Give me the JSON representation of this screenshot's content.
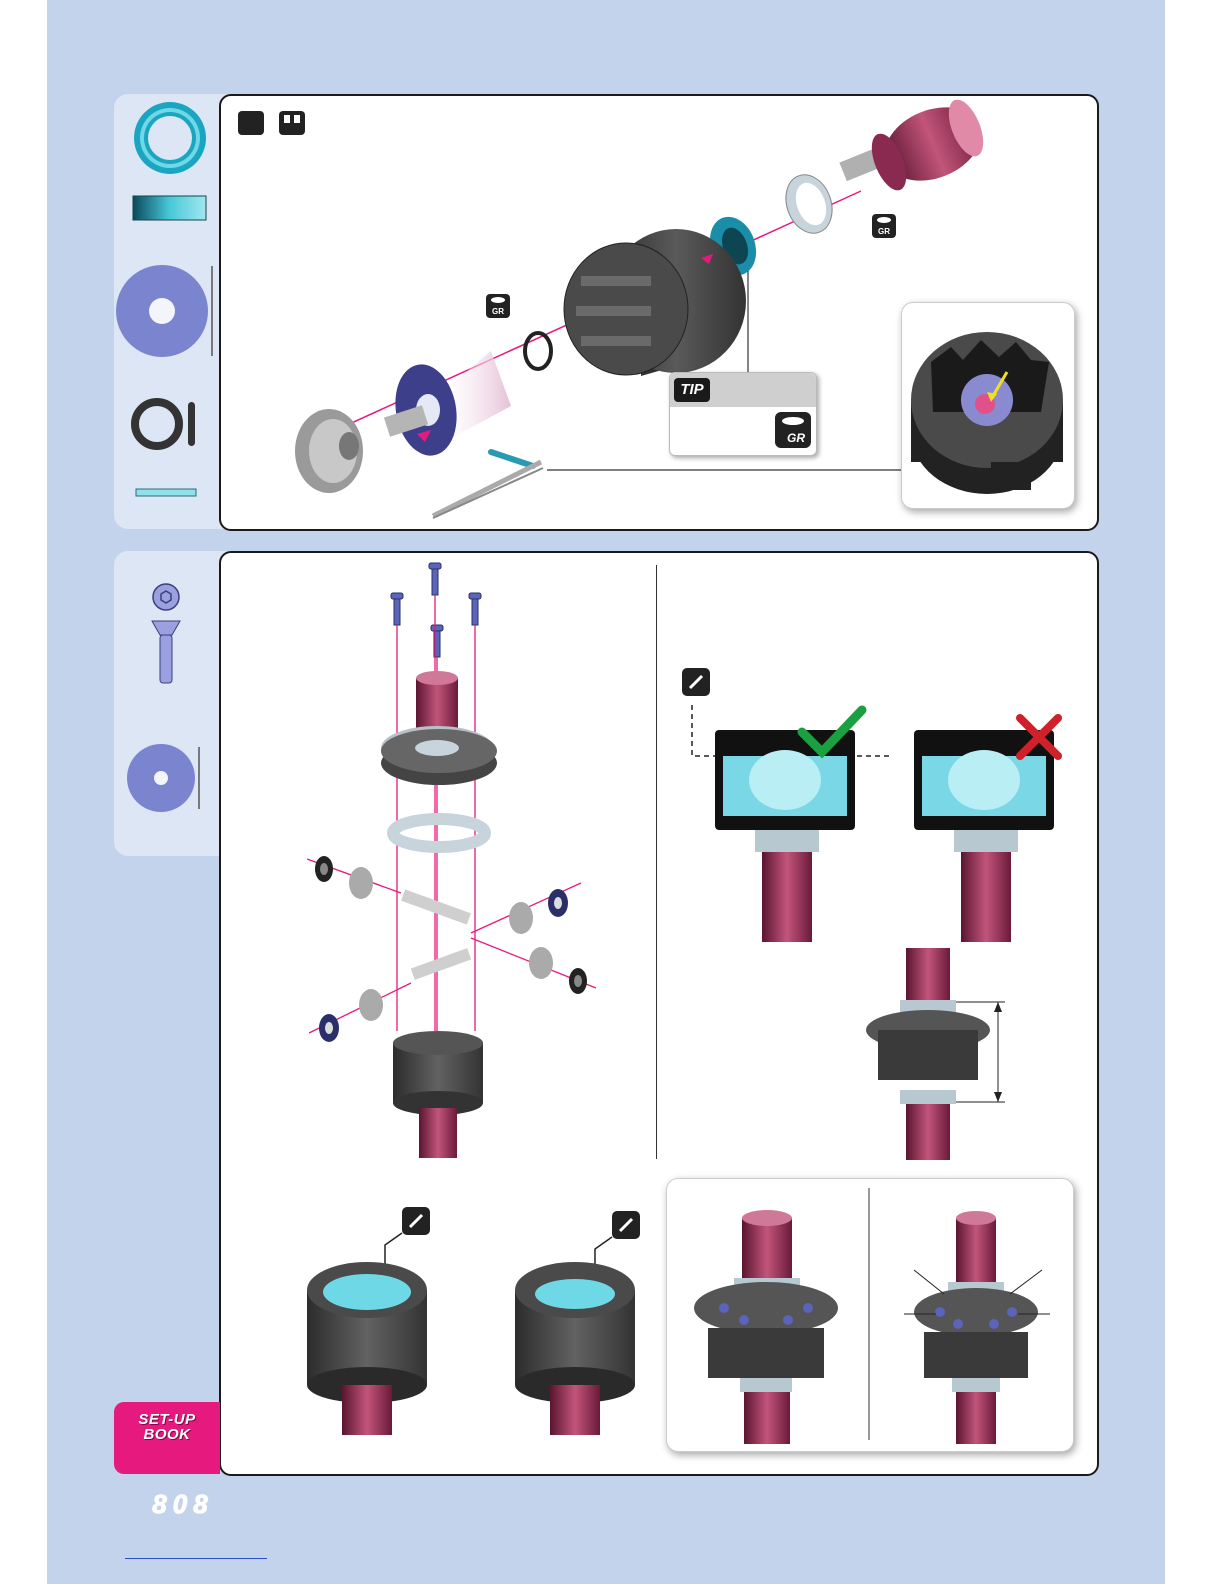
{
  "badge": {
    "line1": "SET-UP",
    "line2": "BOOK"
  },
  "tip": {
    "label": "TIP"
  },
  "logo": {
    "text": "808"
  },
  "icons": {
    "grease": "GR",
    "pencil": "pencil-note-icon",
    "check": "check-icon",
    "cross": "cross-icon"
  },
  "colors": {
    "page_background": "#c4d3ec",
    "badge": "#e6197e",
    "arrow_lines": "#e6197e",
    "check": "#1aa040",
    "cross": "#d0202a"
  }
}
